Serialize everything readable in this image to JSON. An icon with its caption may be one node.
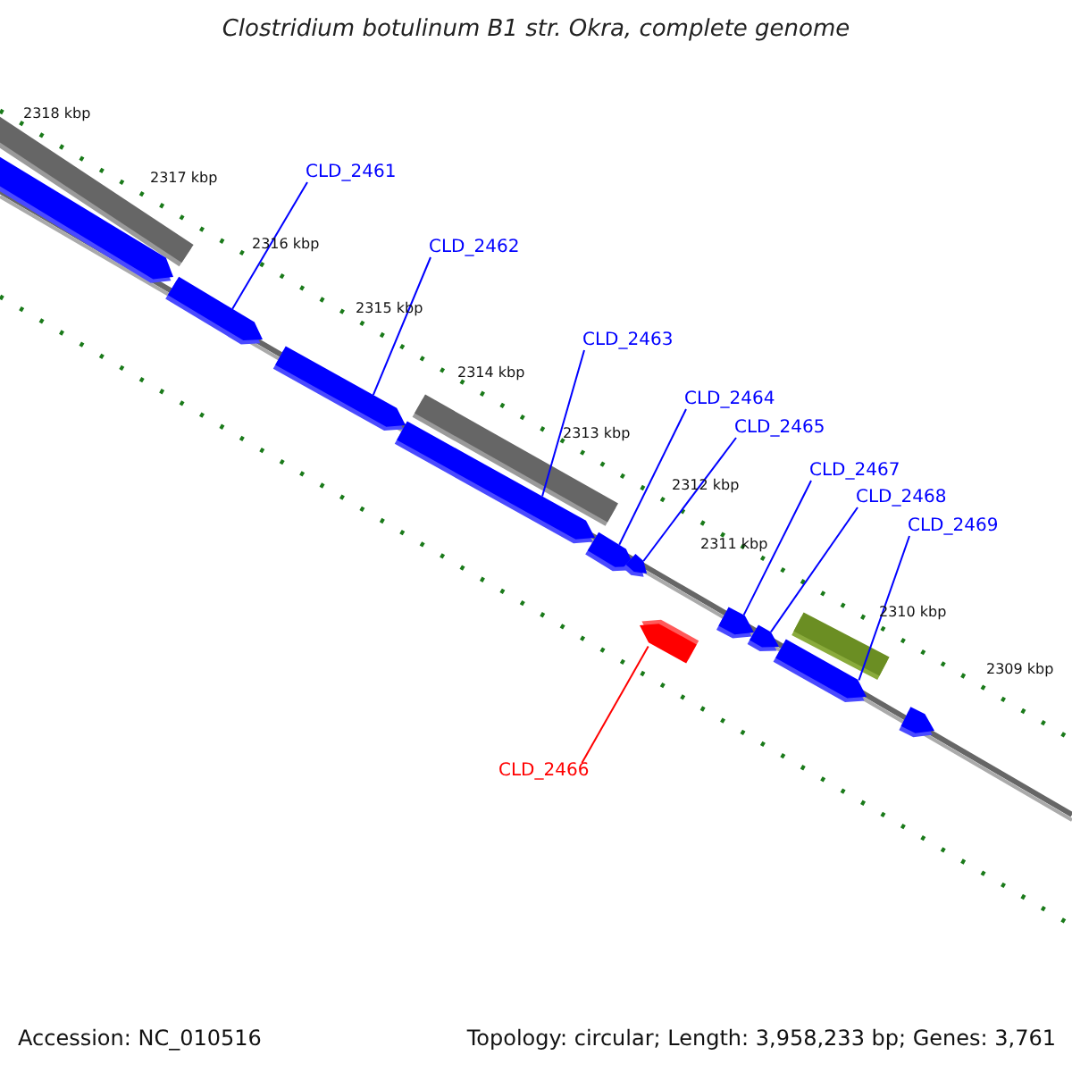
{
  "diagram": {
    "title": "Clostridium botulinum B1 str. Okra, complete genome",
    "nodes": [
      {
        "text": [
          "CLD_2461"
        ]
      },
      {
        "text": [
          "CLD_2462"
        ]
      },
      {
        "text": [
          "CLD_2463"
        ]
      },
      {
        "text": [
          "CLD_2464"
        ]
      },
      {
        "text": [
          "CLD_2465"
        ]
      },
      {
        "text": [
          "CLD_2467"
        ]
      },
      {
        "text": [
          "CLD_2468"
        ]
      },
      {
        "text": [
          "CLD_2469"
        ]
      },
      {
        "text": [
          "CLD_2466"
        ]
      },
      {
        "text": [],
        "shape": "bar"
      },
      {
        "text": [],
        "shape": "arrow"
      },
      {
        "text": [],
        "shape": "arrow"
      },
      {
        "text": [],
        "shape": "arrow"
      },
      {
        "text": [],
        "shape": "bar"
      },
      {
        "text": [],
        "shape": "arrow"
      },
      {
        "text": [],
        "shape": "arrow"
      },
      {
        "text": [],
        "shape": "arrow"
      },
      {
        "text": [],
        "shape": "arrow"
      },
      {
        "text": [],
        "shape": "arrow"
      },
      {
        "text": [],
        "shape": "arrow"
      },
      {
        "text": [],
        "shape": "bar"
      },
      {
        "text": [],
        "shape": "arrow"
      },
      {
        "text": [],
        "shape": "arrow"
      }
    ],
    "edges": [
      {
        "from": 0,
        "to": 11,
        "arrow": "none"
      },
      {
        "from": 1,
        "to": 12,
        "arrow": "none"
      },
      {
        "from": 2,
        "to": 14,
        "arrow": "none"
      },
      {
        "from": 3,
        "to": 15,
        "arrow": "none"
      },
      {
        "from": 4,
        "to": 16,
        "arrow": "none"
      },
      {
        "from": 5,
        "to": 18,
        "arrow": "none"
      },
      {
        "from": 6,
        "to": 19,
        "arrow": "none"
      },
      {
        "from": 7,
        "to": 21,
        "arrow": "none"
      },
      {
        "from": 8,
        "to": 17,
        "arrow": "none",
        "color": "#ff0000"
      }
    ],
    "labels": [
      "2318 kbp",
      "2317 kbp",
      "2316 kbp",
      "2315 kbp",
      "2314 kbp",
      "2313 kbp",
      "2312 kbp",
      "2311 kbp",
      "2310 kbp",
      "2309 kbp",
      "Accession: NC_010516",
      "Topology: circular; Length: 3,958,233 bp; Genes: 3,761"
    ]
  }
}
